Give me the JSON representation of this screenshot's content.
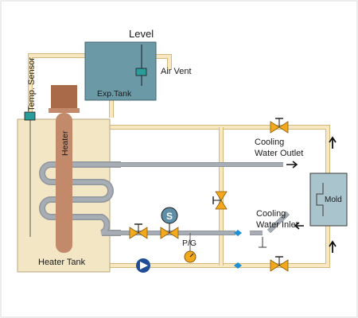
{
  "labels": {
    "level": "Level",
    "air_vent": "Air Vent",
    "exp_tank": "Exp.Tank",
    "temp_sensor": "Temp. Sensor",
    "heater": "Heater",
    "heater_tank": "Heater Tank",
    "cooling_outlet_line1": "Cooling",
    "cooling_outlet_line2": "Water Outlet",
    "cooling_inlet_line1": "Cooling",
    "cooling_inlet_line2": "Water Inlet",
    "mold": "Mold",
    "pressure_gauge": "P/G",
    "solenoid": "S"
  },
  "colors": {
    "pipe_fill": "#f7e8c2",
    "pipe_edge": "#d6b97a",
    "exp_tank": "#6b9aa6",
    "heater_tank": "#f3e6c4",
    "heater_rod": "#c2896a",
    "heater_cap": "#a86a48",
    "coil": "#a6adb4",
    "valve": "#f2a91e",
    "valve_edge": "#8a5a0a",
    "mold": "#a9c4cc",
    "pump": "#1f4d96",
    "check": "#1f8fd6",
    "sensor": "#2a9d9b"
  }
}
